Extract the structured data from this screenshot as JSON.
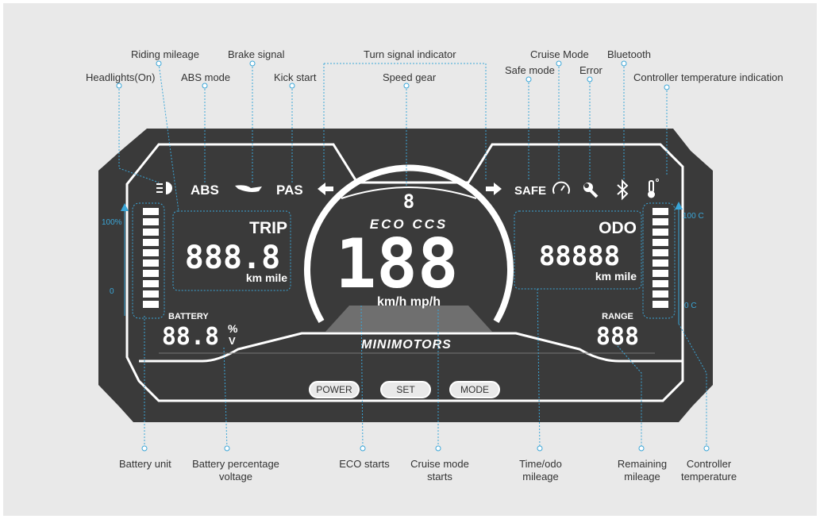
{
  "callouts": {
    "headlights": "Headlights(On)",
    "riding_mileage": "Riding mileage",
    "abs_mode": "ABS  mode",
    "brake_signal": "Brake signal",
    "kick_start": "Kick start",
    "turn_signal": "Turn signal indicator",
    "speed_gear": "Speed gear",
    "cruise_mode": "Cruise Mode",
    "safe_mode": "Safe mode",
    "error": "Error",
    "bluetooth": "Bluetooth",
    "controller_temp_indication": "Controller temperature indication",
    "battery_unit": "Battery unit",
    "battery_pct_line1": "Battery percentage",
    "battery_pct_line2": "voltage",
    "eco_starts": "ECO starts",
    "cruise_starts_line1": "Cruise mode",
    "cruise_starts_line2": "starts",
    "time_odo_line1": "Time/odo",
    "time_odo_line2": "mileage",
    "remaining_line1": "Remaining",
    "remaining_line2": "mileage",
    "controller_temp_line1": "Controller",
    "controller_temp_line2": "temperature"
  },
  "display": {
    "abs": "ABS",
    "pas": "PAS",
    "safe": "SAFE",
    "trip_label": "TRIP",
    "trip_value": "888.8",
    "trip_units": "km mile",
    "odo_label": "ODO",
    "odo_value": "88888",
    "odo_units": "km mile",
    "gear": "8",
    "eco_ccs": "ECO CCS",
    "speed": "188",
    "speed_units": "km/h mp/h",
    "battery_label": "BATTERY",
    "battery_value": "88.8",
    "battery_pct": "%",
    "battery_v": "V",
    "range_label": "RANGE",
    "range_value": "888",
    "brand": "MINIMOTORS",
    "battery_max": "100%",
    "battery_min": "0",
    "temp_max": "100 C",
    "temp_min": "0 C"
  },
  "buttons": {
    "power": "POWER",
    "set": "SET",
    "mode": "MODE"
  },
  "colors": {
    "background": "#e9e9e9",
    "panel": "#3a3a3a",
    "leader": "#3aa6d8"
  }
}
